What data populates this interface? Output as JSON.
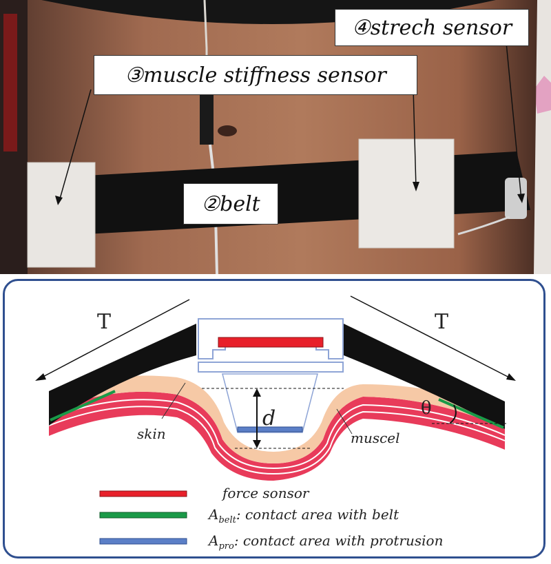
{
  "photo": {
    "labels": {
      "stretch_sensor": "④strech sensor",
      "stiffness_sensor": "③muscle stiffness sensor",
      "belt": "②belt"
    }
  },
  "diagram": {
    "tension_left": "T",
    "tension_right": "T",
    "depth": "d",
    "angle": "θ",
    "skin": "skin",
    "muscle": "muscel",
    "legend": [
      {
        "label": "force sonsor",
        "color": "#e8202a"
      },
      {
        "label_main": "A",
        "label_sub": "belt",
        "label_rest": ": contact area with belt",
        "color": "#1a9a48"
      },
      {
        "label_main": "A",
        "label_sub": "pro",
        "label_rest": ": contact area with protrusion",
        "color": "#5b7fc7"
      }
    ],
    "colors": {
      "frame": "#2f4f8f",
      "skin": "#f6c9a6",
      "muscle": "#e83b5a",
      "belt": "#111111"
    }
  }
}
